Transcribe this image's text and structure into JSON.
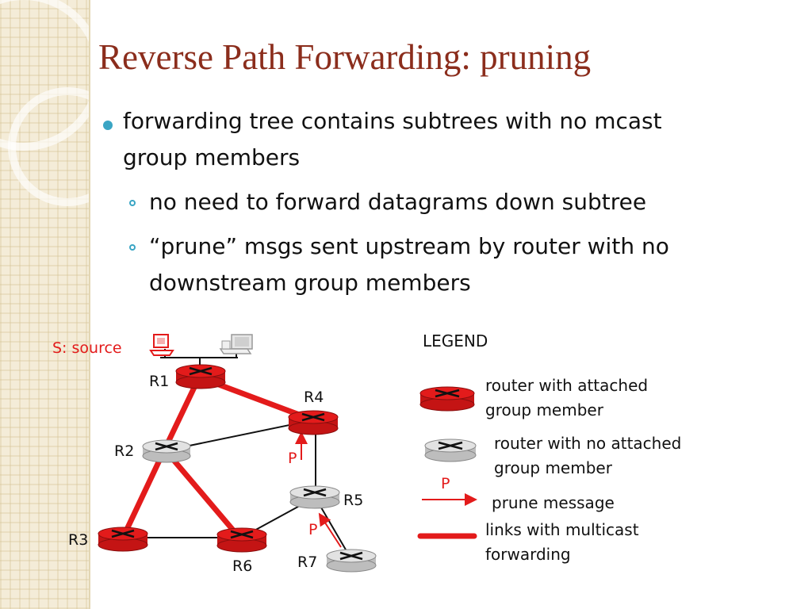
{
  "title": "Reverse Path Forwarding: pruning",
  "bullets": {
    "main_line1": "forwarding tree contains subtrees with no mcast",
    "main_line2": "group members",
    "sub1": "no need to forward datagrams down subtree",
    "sub2_line1": "“prune” msgs sent upstream by router with no",
    "sub2_line2": "downstream group members"
  },
  "diagram": {
    "source_label": "S: source",
    "routers": {
      "r1": "R1",
      "r2": "R2",
      "r3": "R3",
      "r4": "R4",
      "r5": "R5",
      "r6": "R6",
      "r7": "R7"
    },
    "prune_label": "P"
  },
  "legend": {
    "title": "LEGEND",
    "attached_line1": "router with attached",
    "attached_line2": "group member",
    "no_attached_line1": "router with no attached",
    "no_attached_line2": "group member",
    "prune_symbol": "P",
    "prune_text": "prune message",
    "links_line1": "links with multicast",
    "links_line2": "forwarding"
  },
  "colors": {
    "title": "#8b2d1c",
    "bullet": "#3aa5c4",
    "router_member": "#e31b1b",
    "router_nonmember": "#d0d0d0",
    "multicast_link": "#e31b1b"
  }
}
